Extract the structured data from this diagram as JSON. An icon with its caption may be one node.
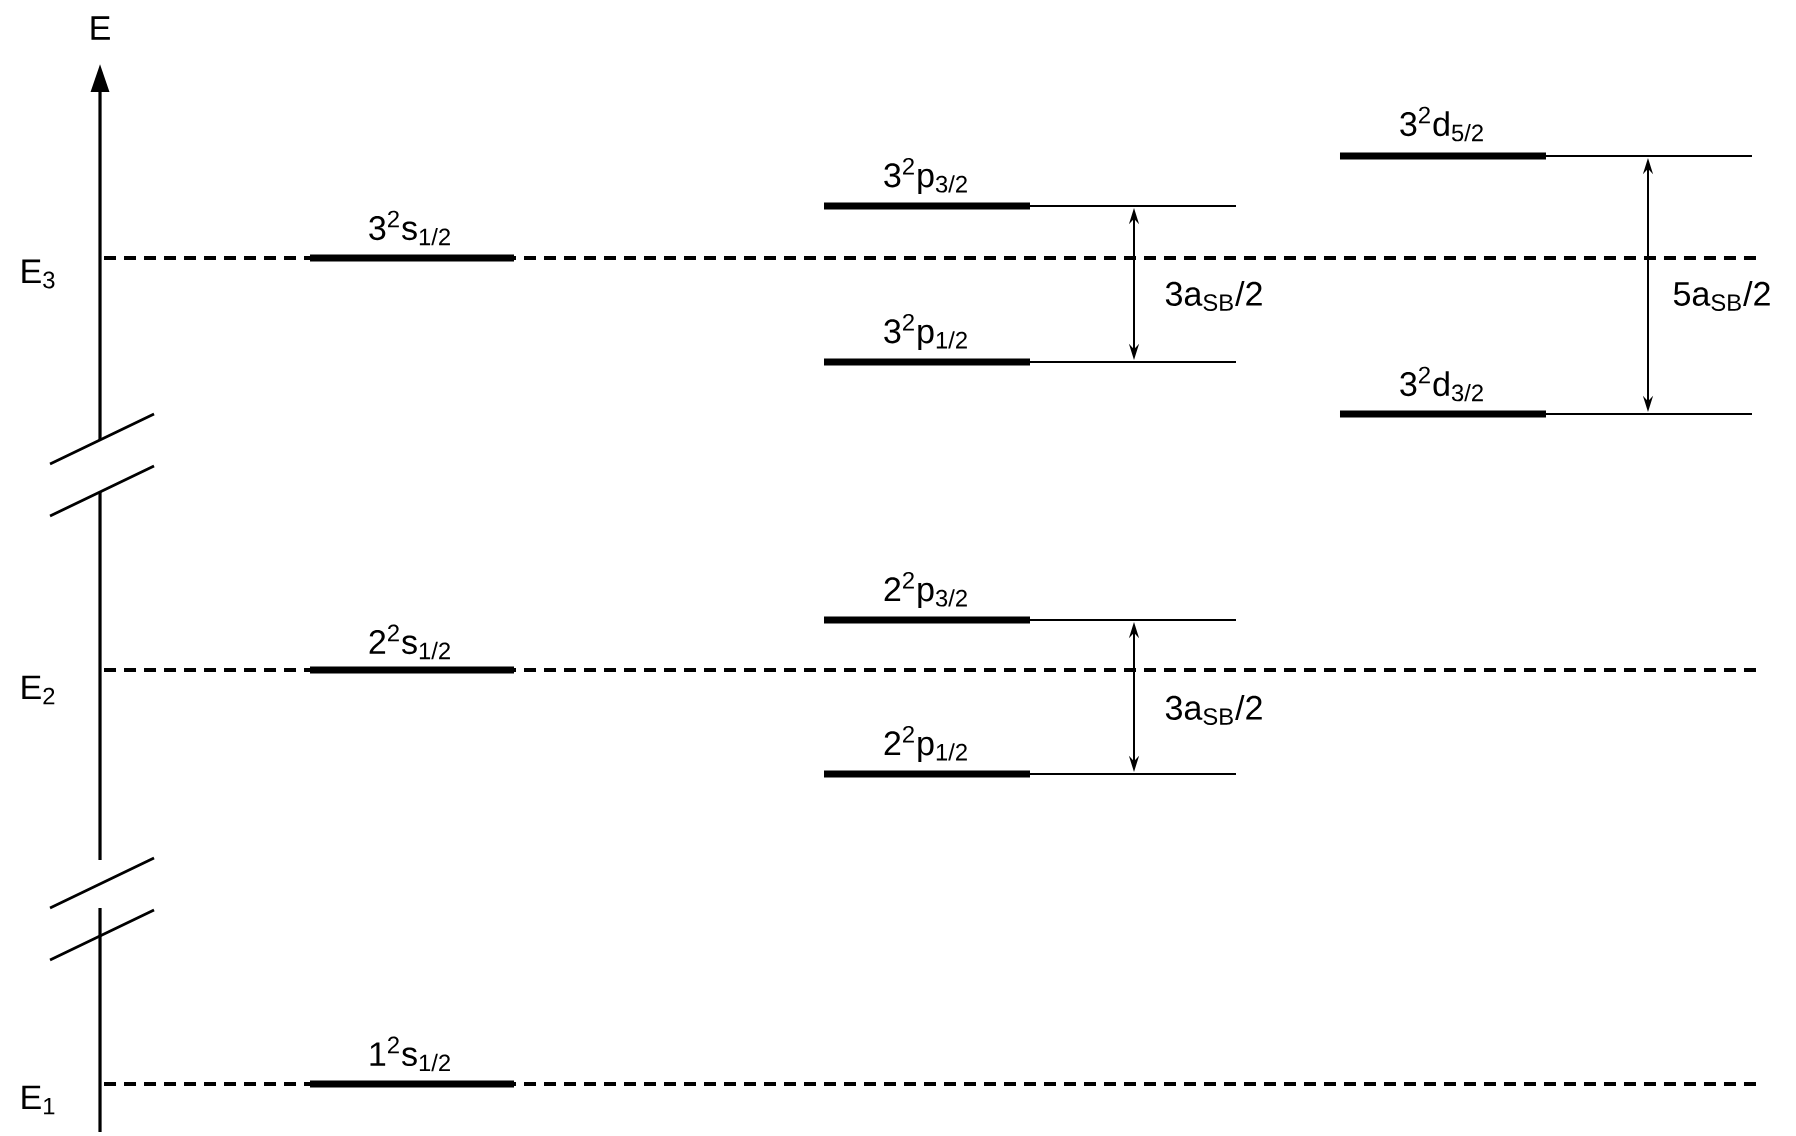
{
  "diagram": {
    "labels": [
      "E",
      "3$^{2}$p$_{3/2}$",
      "3$^{2}$d$_{5/2}$",
      "E$_{3}$",
      "3$^{2}$s$_{1/2}$",
      "3a$_{SB}$/2",
      "5a$_{SB}$/2",
      "3$^{2}$p$_{1/2}$",
      "3$^{2}$d$_{3/2}$",
      "2$^{2}$p$_{3/2}$",
      "E$_{2}$",
      "2$^{2}$s$_{1/2}$",
      "3a$_{SB}$/2",
      "2$^{2}$p$_{1/2}$",
      "E$_{1}$",
      "1$^{2}$s$_{1/2}$"
    ]
  }
}
